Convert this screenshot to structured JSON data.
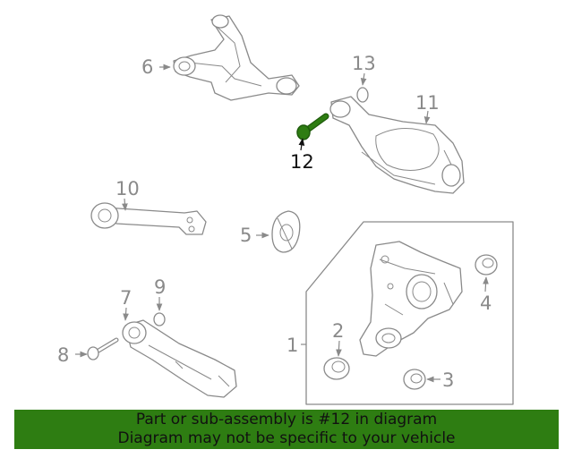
{
  "callouts": {
    "c1": "1",
    "c2": "2",
    "c3": "3",
    "c4": "4",
    "c5": "5",
    "c6": "6",
    "c7": "7",
    "c8": "8",
    "c9": "9",
    "c10": "10",
    "c11": "11",
    "c12": "12",
    "c13": "13"
  },
  "highlight_part": "12",
  "colors": {
    "highlight": "#2e7d12",
    "line": "#8a8a8a",
    "banner_bg": "#2e7d12"
  },
  "banner": {
    "line1": "Part or sub-assembly is #12 in diagram",
    "line2": "Diagram may not be specific to your vehicle"
  }
}
